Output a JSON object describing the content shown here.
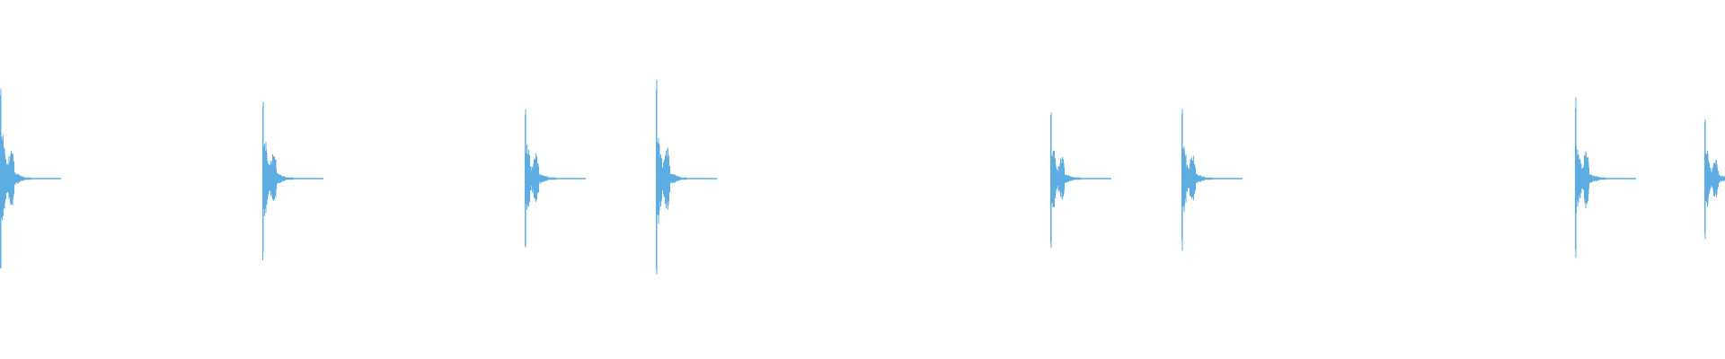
{
  "waveform": {
    "color": "#5dade2",
    "background": "#ffffff",
    "channels": 1,
    "transients": [
      {
        "onset": 0.0,
        "peak": 0.95,
        "decay": 1.0
      },
      {
        "onset": 0.152,
        "peak": 0.82,
        "decay": 1.0
      },
      {
        "onset": 0.3043,
        "peak": 0.76,
        "decay": 1.0
      },
      {
        "onset": 0.38,
        "peak": 1.0,
        "decay": 0.95
      },
      {
        "onset": 0.609,
        "peak": 0.7,
        "decay": 1.0
      },
      {
        "onset": 0.685,
        "peak": 0.74,
        "decay": 1.0
      },
      {
        "onset": 0.913,
        "peak": 0.82,
        "decay": 1.0
      },
      {
        "onset": 0.988,
        "peak": 0.62,
        "decay": 1.0
      }
    ]
  }
}
